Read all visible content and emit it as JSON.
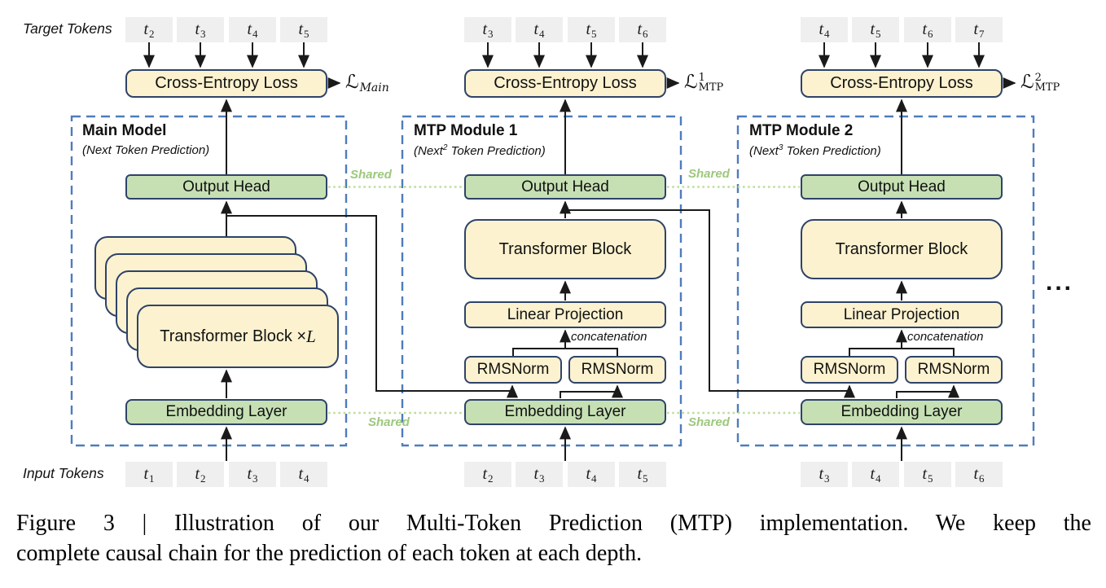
{
  "labels": {
    "target_tokens": "Target Tokens",
    "input_tokens": "Input Tokens",
    "cross_entropy": "Cross-Entropy Loss",
    "output_head": "Output Head",
    "embedding": "Embedding Layer",
    "transformer_block": "Transformer Block",
    "linear_projection": "Linear Projection",
    "rmsnorm": "RMSNorm",
    "concatenation": "concatenation",
    "shared": "Shared",
    "ellipsis": "..."
  },
  "main": {
    "title": "Main Model",
    "subtitle": "(Next Token Prediction)",
    "stack_text": "Transformer Block × ",
    "stack_var": "L",
    "loss": {
      "symbol": "ℒ",
      "sub": "Main"
    },
    "target_tokens": [
      {
        "base": "t",
        "sub": "2"
      },
      {
        "base": "t",
        "sub": "3"
      },
      {
        "base": "t",
        "sub": "4"
      },
      {
        "base": "t",
        "sub": "5"
      }
    ],
    "input_tokens": [
      {
        "base": "t",
        "sub": "1"
      },
      {
        "base": "t",
        "sub": "2"
      },
      {
        "base": "t",
        "sub": "3"
      },
      {
        "base": "t",
        "sub": "4"
      }
    ]
  },
  "mtp1": {
    "title": "MTP Module 1",
    "subtitle_pre": "(Next",
    "subtitle_sup": "2",
    "subtitle_post": " Token Prediction)",
    "loss": {
      "symbol": "ℒ",
      "sup": "1",
      "sub": "MTP"
    },
    "target_tokens": [
      {
        "base": "t",
        "sub": "3"
      },
      {
        "base": "t",
        "sub": "4"
      },
      {
        "base": "t",
        "sub": "5"
      },
      {
        "base": "t",
        "sub": "6"
      }
    ],
    "input_tokens": [
      {
        "base": "t",
        "sub": "2"
      },
      {
        "base": "t",
        "sub": "3"
      },
      {
        "base": "t",
        "sub": "4"
      },
      {
        "base": "t",
        "sub": "5"
      }
    ]
  },
  "mtp2": {
    "title": "MTP Module 2",
    "subtitle_pre": "(Next",
    "subtitle_sup": "3",
    "subtitle_post": " Token Prediction)",
    "loss": {
      "symbol": "ℒ",
      "sup": "2",
      "sub": "MTP"
    },
    "target_tokens": [
      {
        "base": "t",
        "sub": "4"
      },
      {
        "base": "t",
        "sub": "5"
      },
      {
        "base": "t",
        "sub": "6"
      },
      {
        "base": "t",
        "sub": "7"
      }
    ],
    "input_tokens": [
      {
        "base": "t",
        "sub": "3"
      },
      {
        "base": "t",
        "sub": "4"
      },
      {
        "base": "t",
        "sub": "5"
      },
      {
        "base": "t",
        "sub": "6"
      }
    ]
  },
  "caption": {
    "line1": "Figure 3 | Illustration of our Multi-Token Prediction (MTP) implementation.  We keep the",
    "line2": "complete causal chain for the prediction of each token at each depth."
  },
  "colors": {
    "box_yellow": "#FCF2CF",
    "box_green": "#C6E0B4",
    "border_navy": "#2E4369",
    "dashed_blue": "#4E7CBC",
    "shared_green": "#9CC87C",
    "token_gray": "#EFEFEF"
  }
}
